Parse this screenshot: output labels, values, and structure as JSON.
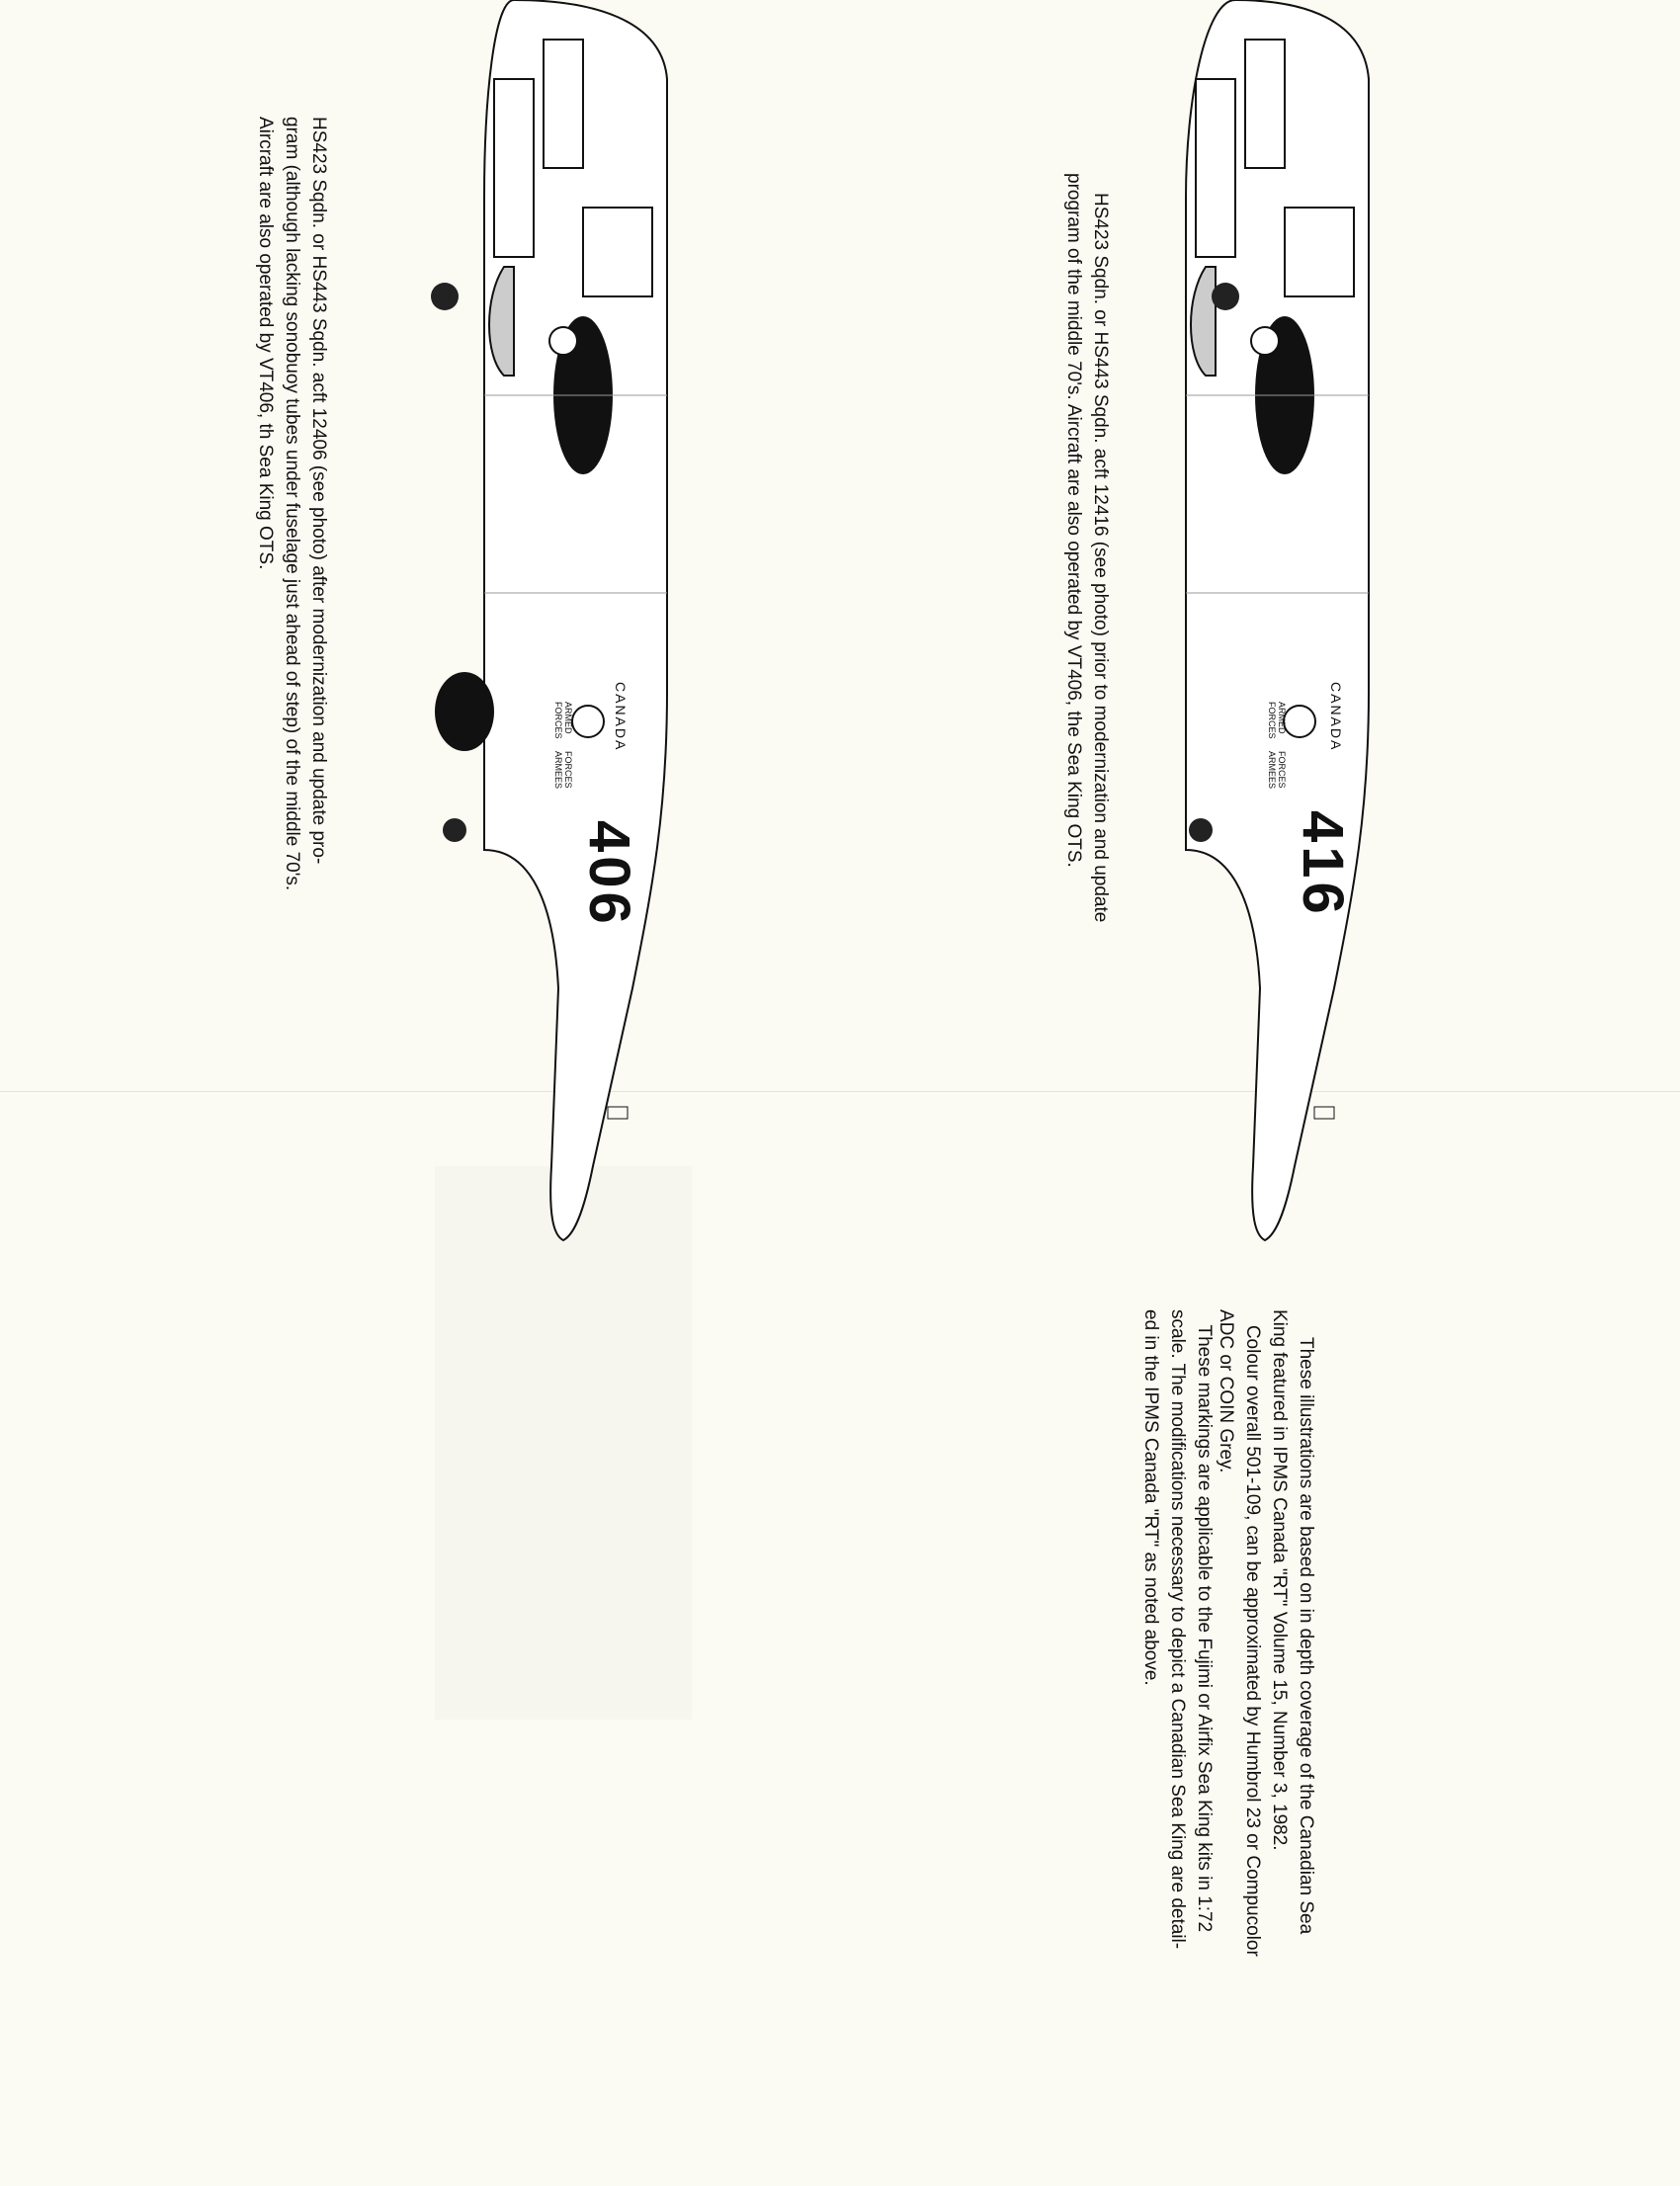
{
  "aircraft": [
    {
      "serial_number": "416",
      "roundel_top": "CANADA",
      "roundel_left": "ARMED FORCES",
      "roundel_right": "FORCES ARMEES",
      "caption": [
        "HS423 Sqdn. or HS443 Sqdn. acft 12416 (see photo) prior to modernization and update",
        "program of the middle 70's. Aircraft are also operated by VT406, the Sea King OTS."
      ]
    },
    {
      "serial_number": "406",
      "roundel_top": "CANADA",
      "roundel_left": "ARMED FORCES",
      "roundel_right": "FORCES ARMEES",
      "caption": [
        "HS423 Sqdn. or HS443 Sqdn. acft 12406 (see photo) after modernization and update pro-",
        "gram (although lacking sonobuoy tubes under fuselage just ahead of step) of the middle 70's.",
        "Aircraft are also operated by VT406, th Sea King OTS."
      ]
    }
  ],
  "notes": {
    "para1": [
      "These illustrations are based on in depth coverage of the Canadian Sea",
      "King featured in IPMS Canada \"RT\" Volume 15, Number 3, 1982.",
      "   Colour overall 501-109, can be approximated by Humbrol 23 or Compucolor",
      "ADC or COIN Grey."
    ],
    "para2": [
      "   These markings are applicable to the Fujimi or Airfix Sea King kits in 1:72",
      "scale. The modifications necessary to depict a Canadian Sea King are detail-",
      "ed in the IPMS Canada \"RT\" as noted above."
    ]
  }
}
